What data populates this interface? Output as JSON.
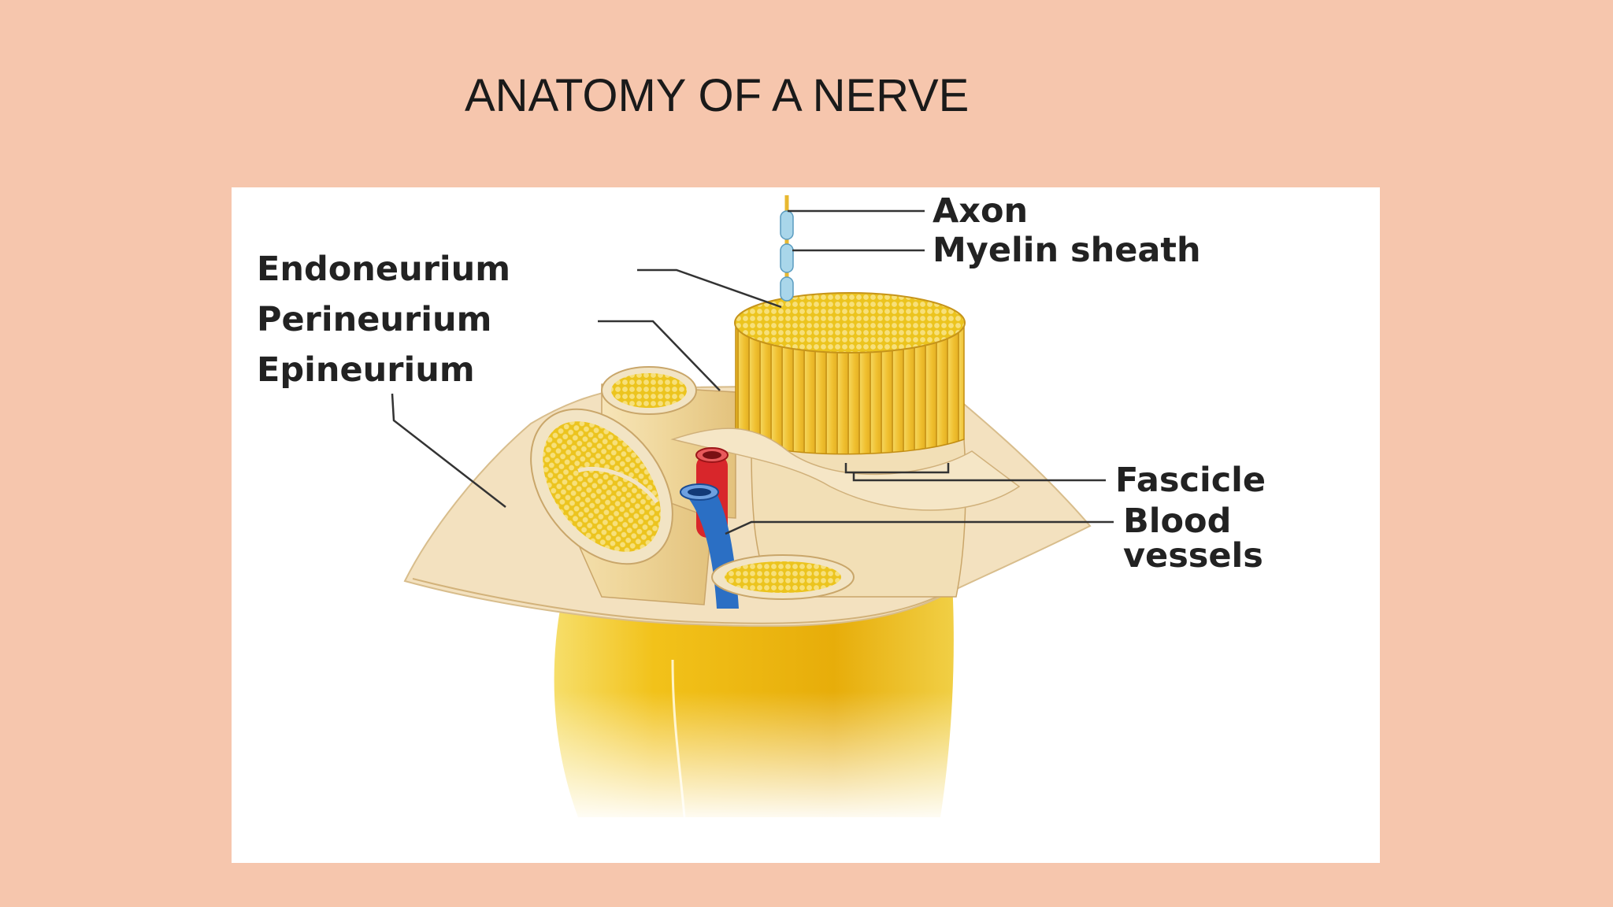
{
  "slide": {
    "title": "ANATOMY OF A NERVE"
  },
  "diagram": {
    "labels": {
      "axon": "Axon",
      "myelin_sheath": "Myelin sheath",
      "endoneurium": "Endoneurium",
      "perineurium": "Perineurium",
      "epineurium": "Epineurium",
      "fascicle": "Fascicle",
      "blood_vessels_line1": "Blood",
      "blood_vessels_line2": "vessels"
    },
    "colors": {
      "slide_background": "#f6c6ad",
      "nerve_yellow": "#f2c21a",
      "sheath_tan": "#f0dcb4",
      "artery_red": "#d8262b",
      "vein_blue": "#2b6fc4",
      "myelin_blue": "#a9d6ea"
    }
  }
}
